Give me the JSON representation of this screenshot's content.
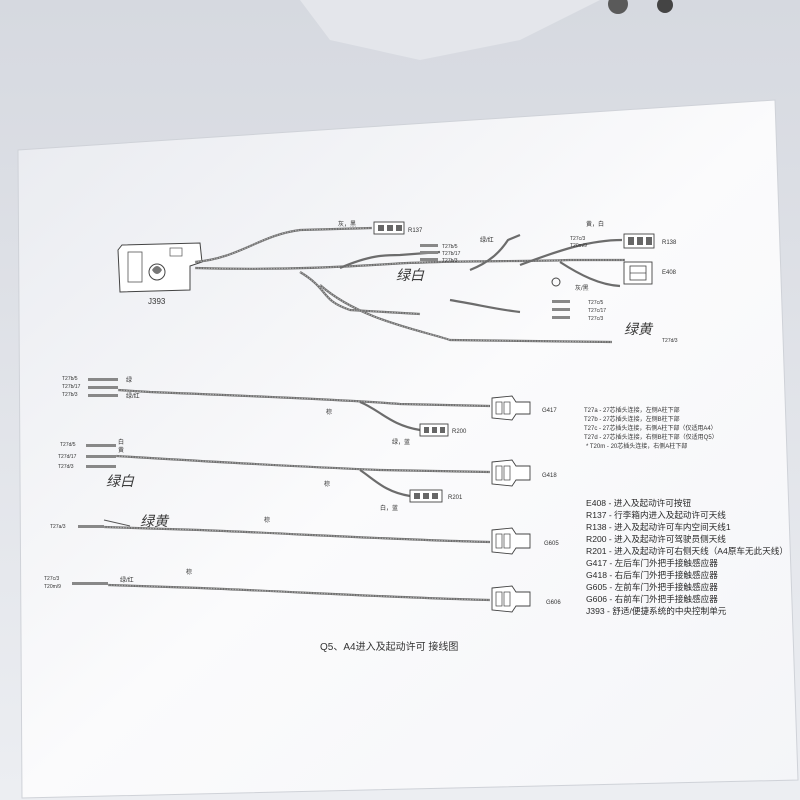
{
  "colors": {
    "paper": "#fafafb",
    "background": "#eef0f4",
    "ink": "#333333",
    "wire": "#6c6c6c"
  },
  "top_section": {
    "controller": "J393",
    "r137": "R137",
    "r138": "R138",
    "e408": "E408",
    "wire_dong_hei": "灰，黑",
    "wire_lv_hong": "绿/红",
    "wire_huang_bai": "黄，白",
    "wire_hui_hei": "灰/黑",
    "pins_a": [
      "T27b/5",
      "T27b/17",
      "T27b/3"
    ],
    "pins_b": [
      "T27c/5",
      "T27c/17",
      "T27c/3"
    ],
    "pin_r138_a": "T27c/3",
    "pin_r138_b": "T20m/9",
    "pin_t27d3": "T27d/3",
    "handwritten_1": "绿白",
    "handwritten_2": "绿黄"
  },
  "rows": [
    {
      "pins": [
        "T27b/5",
        "T27b/17",
        "T27b/3"
      ],
      "wires": [
        "绿",
        "绿/红"
      ],
      "trunk": "棕",
      "branch": "绿，蓝",
      "sensor": "G417",
      "sub": "R200"
    },
    {
      "pins": [
        "T27d/5",
        "T27d/17",
        "T27d/3"
      ],
      "wires": [
        "白",
        "黄"
      ],
      "trunk": "棕",
      "branch": "白，蓝",
      "sensor": "G418",
      "sub": "R201",
      "handwritten": "绿白"
    },
    {
      "pins": [
        "T27a/3"
      ],
      "wires": [],
      "trunk": "棕",
      "sensor": "G605",
      "handwritten": "绿黄"
    },
    {
      "pins": [
        "T27c/3",
        "T20m/9"
      ],
      "wires": [
        "绿/红"
      ],
      "trunk": "棕",
      "sensor": "G606"
    }
  ],
  "notes": [
    "T27a - 27芯插头连接，左侧A柱下部",
    "T27b - 27芯插头连接，左侧B柱下部",
    "T27c - 27芯插头连接，右侧A柱下部（仅适用A4）",
    "T27d - 27芯插头连接，右侧B柱下部（仅适用Q5）",
    "* T20m - 20芯插头连接，右侧A柱下部"
  ],
  "legend": [
    "E408 - 进入及起动许可按钮",
    "R137 - 行李箱内进入及起动许可天线",
    "R138 - 进入及起动许可车内空间天线1",
    "R200 - 进入及起动许可驾驶员侧天线",
    "R201 - 进入及起动许可右侧天线（A4原车无此天线）",
    "G417 - 左后车门外把手接触感应器",
    "G418 - 右后车门外把手接触感应器",
    "G605 - 左前车门外把手接触感应器",
    "G606 - 右前车门外把手接触感应器",
    "J393 - 舒适/便捷系统的中央控制单元"
  ],
  "caption": "Q5、A4进入及起动许可  接线图"
}
